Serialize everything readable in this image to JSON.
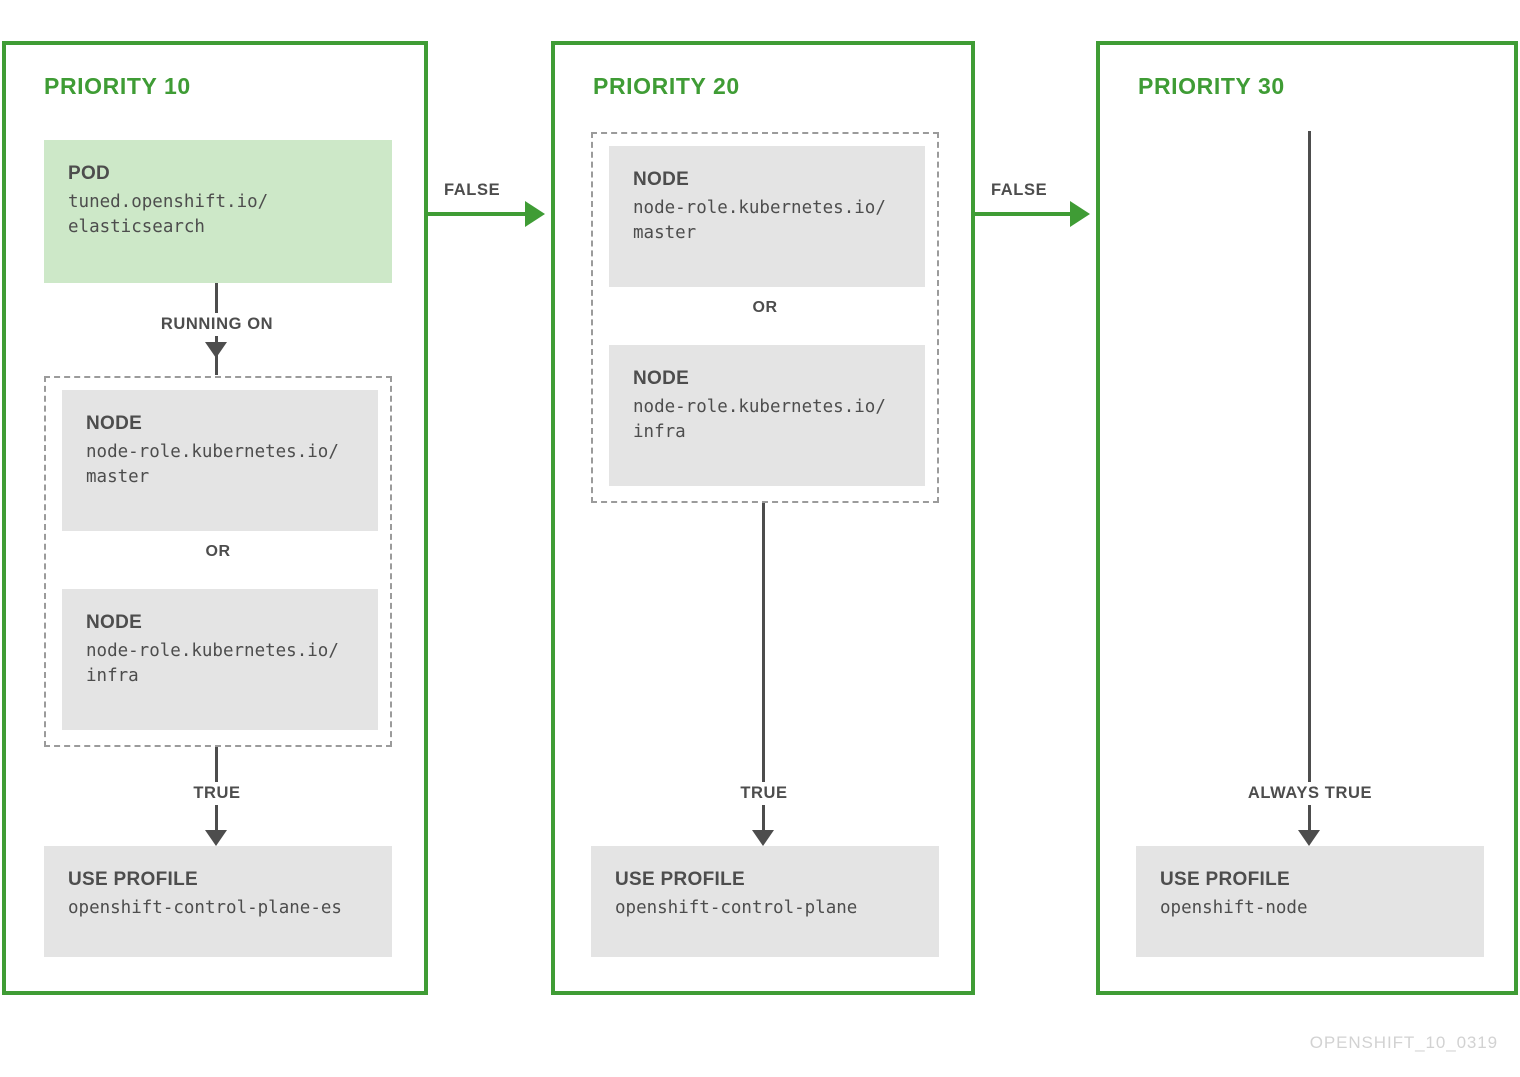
{
  "diagram": {
    "title_footer": "OPENSHIFT_10_0319",
    "colors": {
      "brand_green": "#3f9c35",
      "pod_fill": "#cde8c8",
      "card_fill": "#e4e4e4",
      "text_dark": "#4d4d4d",
      "dashed_border": "#9b9b9b",
      "footer_text": "#d2d2d2"
    },
    "columns": [
      {
        "title": "PRIORITY 10",
        "pod": {
          "label": "POD",
          "value": "tuned.openshift.io/\nelasticsearch"
        },
        "running_on_label": "RUNNING ON",
        "match_group": {
          "or_label": "OR",
          "nodes": [
            {
              "label": "NODE",
              "value": "node-role.kubernetes.io/\nmaster"
            },
            {
              "label": "NODE",
              "value": "node-role.kubernetes.io/\ninfra"
            }
          ]
        },
        "true_label": "TRUE",
        "profile": {
          "label": "USE PROFILE",
          "value": "openshift-control-plane-es"
        },
        "false_label": "FALSE"
      },
      {
        "title": "PRIORITY 20",
        "match_group": {
          "or_label": "OR",
          "nodes": [
            {
              "label": "NODE",
              "value": "node-role.kubernetes.io/\nmaster"
            },
            {
              "label": "NODE",
              "value": "node-role.kubernetes.io/\ninfra"
            }
          ]
        },
        "true_label": "TRUE",
        "profile": {
          "label": "USE PROFILE",
          "value": "openshift-control-plane"
        },
        "false_label": "FALSE"
      },
      {
        "title": "PRIORITY 30",
        "true_label": "ALWAYS TRUE",
        "profile": {
          "label": "USE PROFILE",
          "value": "openshift-node"
        }
      }
    ]
  }
}
